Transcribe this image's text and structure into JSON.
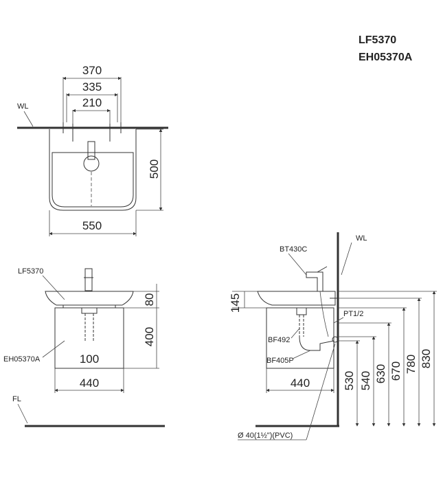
{
  "header": {
    "model_sink": "LF5370",
    "model_cabinet": "EH05370A"
  },
  "top_view": {
    "wall_label": "WL",
    "dims": {
      "d370": "370",
      "d335": "335",
      "d210": "210",
      "width": "550",
      "depth": "500"
    }
  },
  "front_view": {
    "sink_label": "LF5370",
    "cabinet_label": "EH05370A",
    "dims": {
      "bowl_h": "80",
      "cabinet_h": "400",
      "inner": "100",
      "cabinet_w": "440"
    },
    "floor_label": "FL"
  },
  "side_view": {
    "wall_label": "WL",
    "faucet_label": "BT430C",
    "pipe_label": "PT1/2",
    "drain_label": "BF492",
    "trap_label": "BF405P",
    "pipe_spec": "Ø 40(1½\")(PVC)",
    "dims": {
      "d145": "145",
      "cabinet_w": "440",
      "h530": "530",
      "h540": "540",
      "h630": "630",
      "h670": "670",
      "h780": "780",
      "h830": "830"
    }
  }
}
